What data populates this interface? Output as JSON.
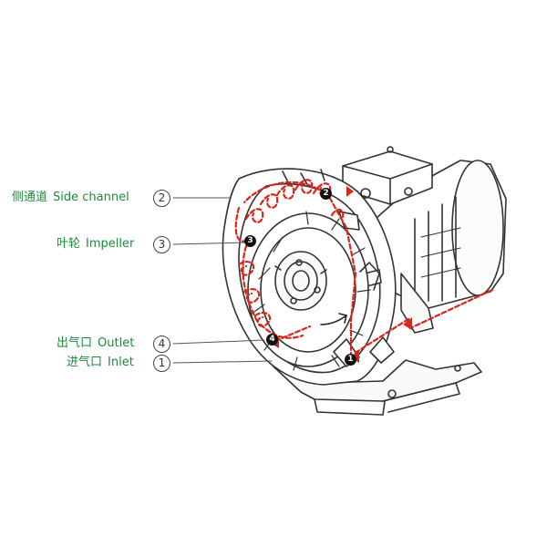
{
  "legend": [
    {
      "id": "side-channel",
      "zh": "侧通道",
      "en": "Side channel",
      "num": "2"
    },
    {
      "id": "impeller",
      "zh": "叶轮",
      "en": "Impeller",
      "num": "3"
    },
    {
      "id": "outlet",
      "zh": "出气口",
      "en": "Outlet",
      "num": "4"
    },
    {
      "id": "inlet",
      "zh": "进气口",
      "en": "Inlet",
      "num": "1"
    }
  ],
  "markers": [
    "1",
    "2",
    "3",
    "4"
  ],
  "colors": {
    "label": "#1e8a3a",
    "flow": "#d9251c",
    "line": "#333333",
    "marker": "#111111"
  }
}
